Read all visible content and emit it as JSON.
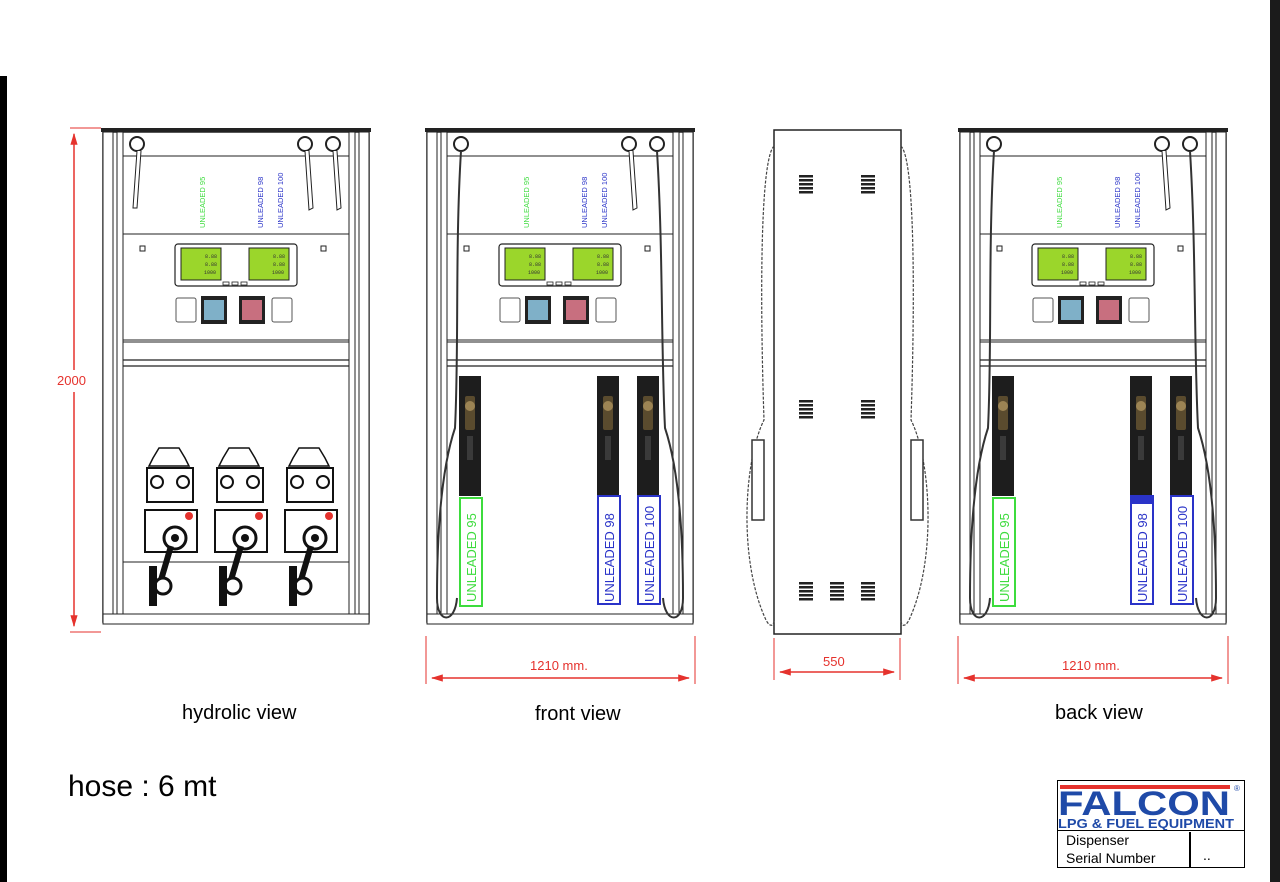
{
  "views": {
    "hydrolic": "hydrolic view",
    "front": "front view",
    "back": "back view"
  },
  "dimensions": {
    "height": "2000",
    "front_width": "1210 mm.",
    "side_width": "550",
    "back_width": "1210 mm."
  },
  "fuels": {
    "f95": "UNLEADED 95",
    "f98": "UNLEADED 98",
    "f100": "UNLEADED 100"
  },
  "display_digits": "1000",
  "hose_note": "hose : 6 mt",
  "title_block": {
    "brand": "FALCON",
    "brand_mark": "®",
    "subtitle": "LPG & FUEL EQUIPMENT",
    "row1": "Dispenser",
    "row2": "Serial Number",
    "serial_value": ".."
  },
  "colors": {
    "dimension_red": "#e5322d",
    "fuel_95_green": "#3ddc3d",
    "fuel_blue": "#2a33c8",
    "display_green": "#9bd62b",
    "brand_red": "#e5322d",
    "brand_blue": "#1f4aa8"
  }
}
